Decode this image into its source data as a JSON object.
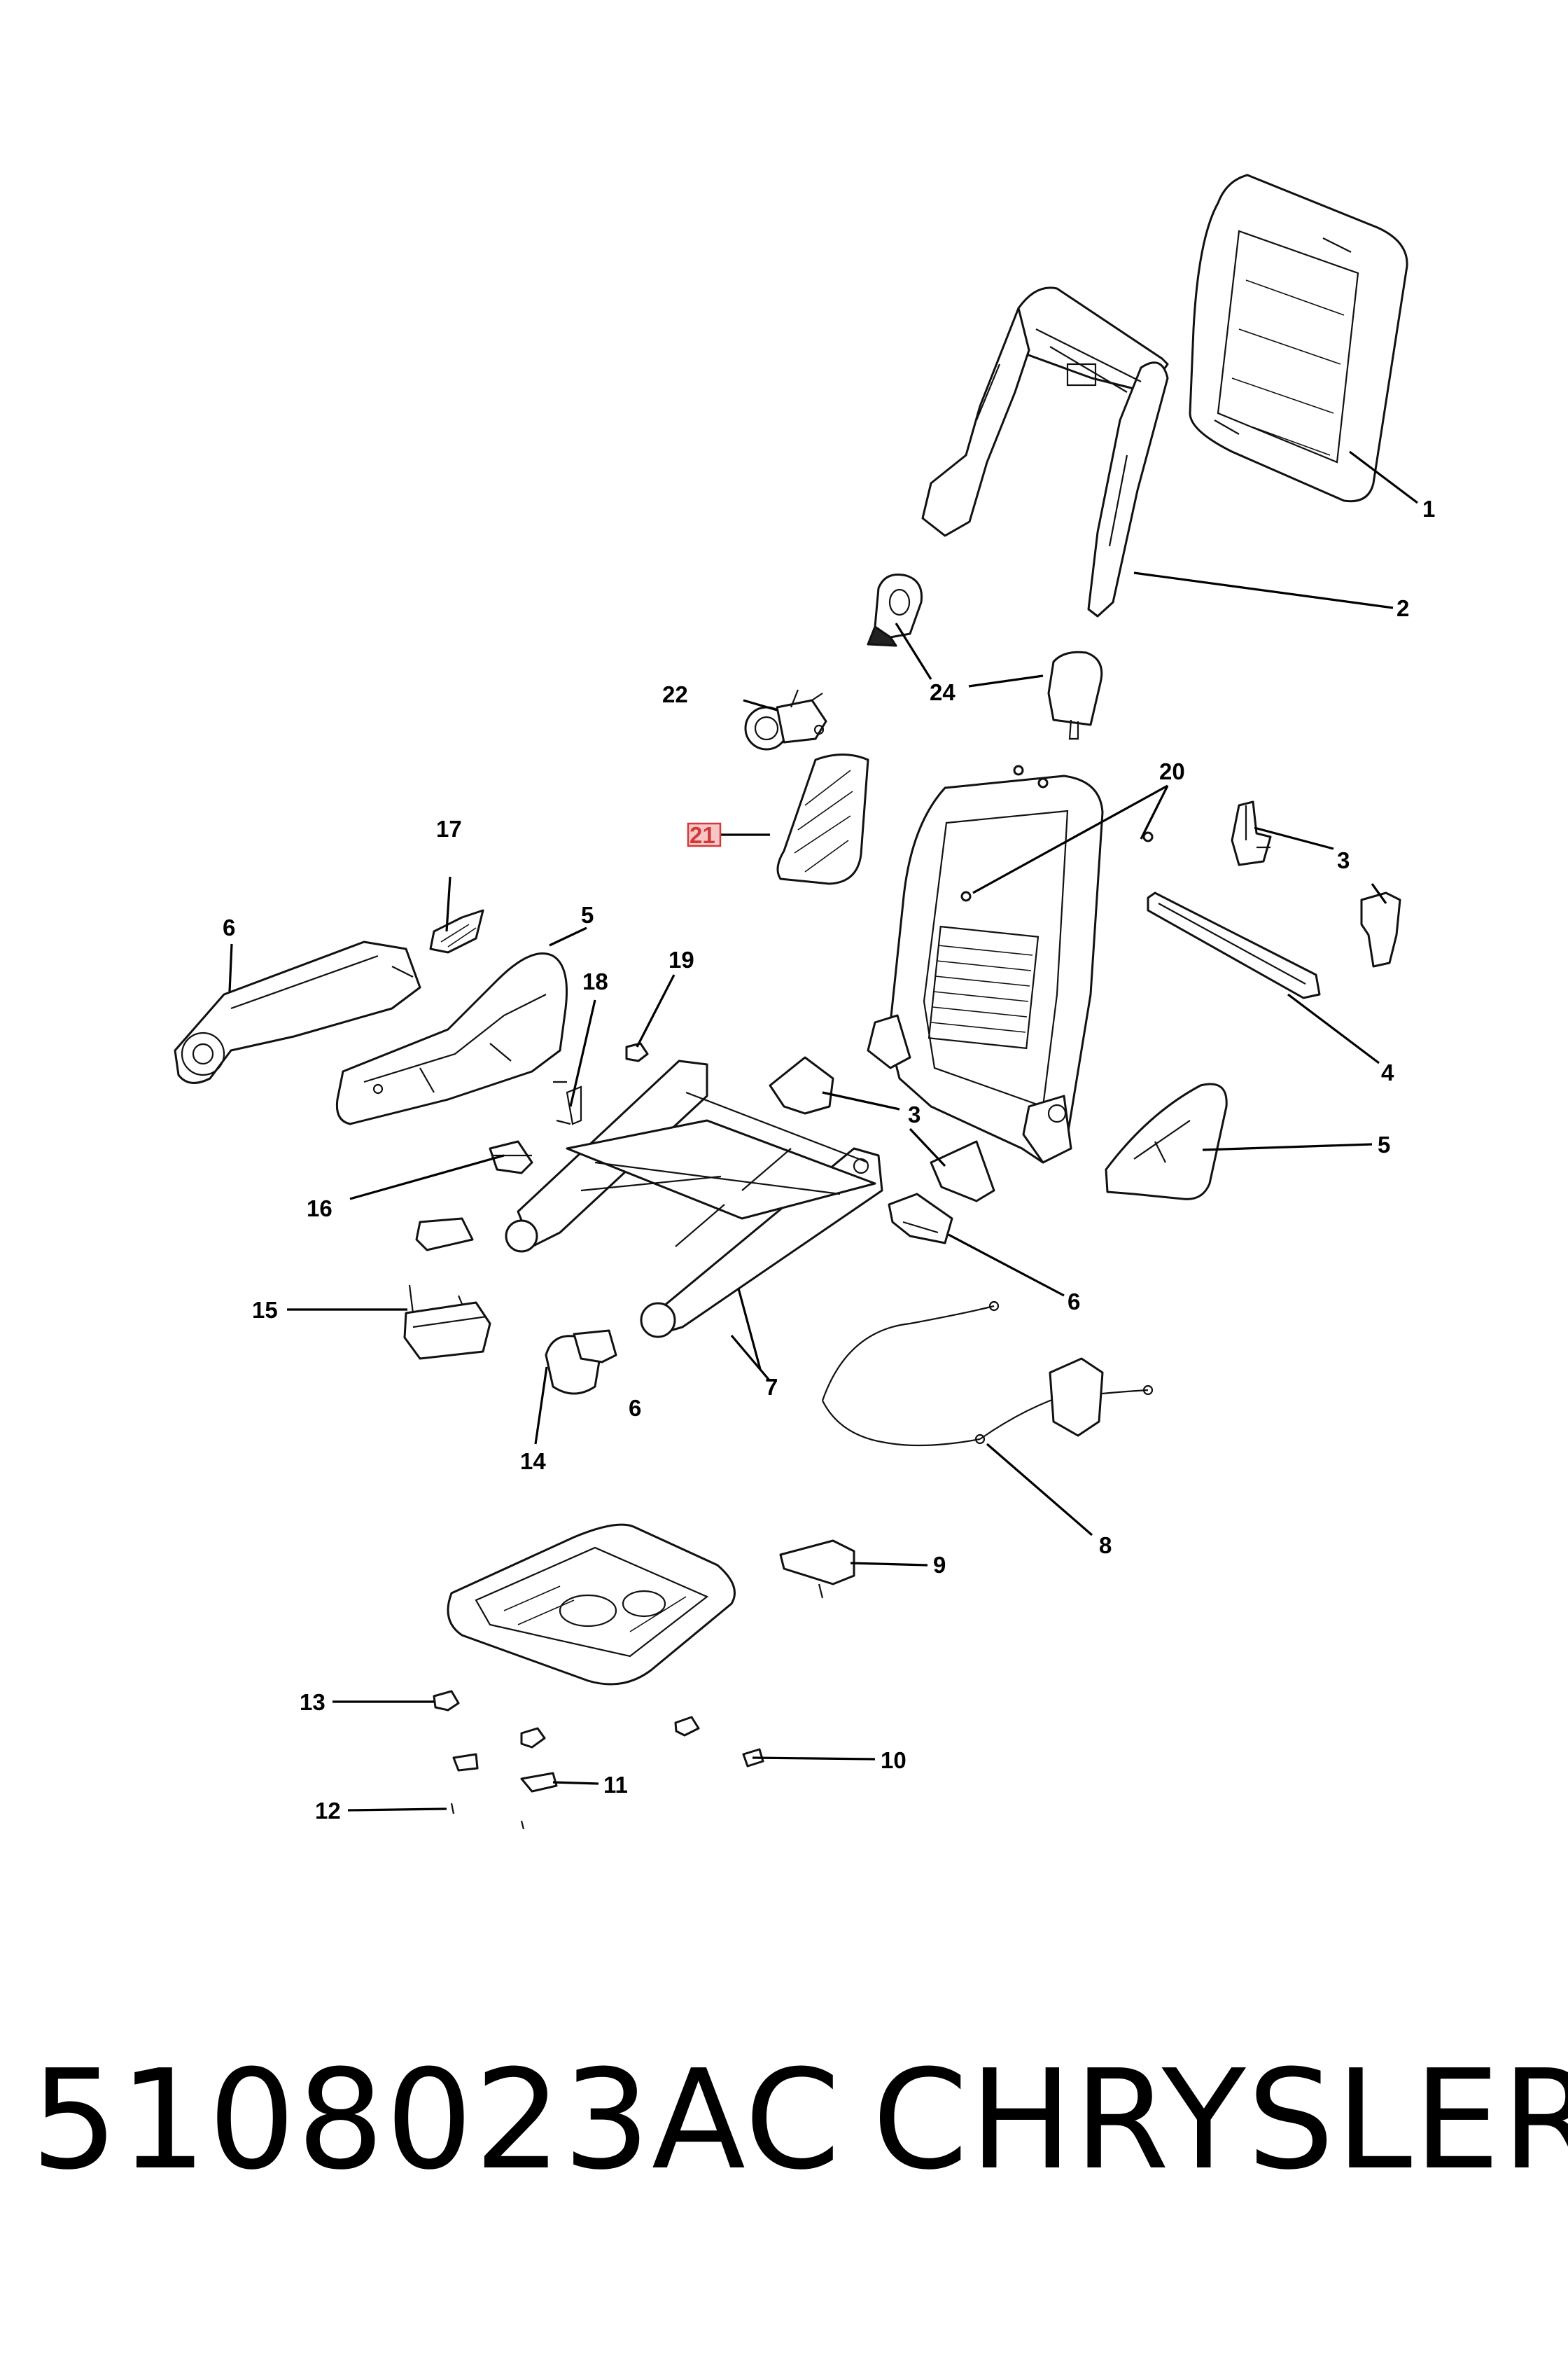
{
  "diagram": {
    "callouts": [
      {
        "id": "c1",
        "label": "1"
      },
      {
        "id": "c2",
        "label": "2"
      },
      {
        "id": "c3a",
        "label": "3"
      },
      {
        "id": "c3b",
        "label": "3"
      },
      {
        "id": "c4",
        "label": "4"
      },
      {
        "id": "c5a",
        "label": "5"
      },
      {
        "id": "c5b",
        "label": "5"
      },
      {
        "id": "c6a",
        "label": "6"
      },
      {
        "id": "c6b",
        "label": "6"
      },
      {
        "id": "c6c",
        "label": "6"
      },
      {
        "id": "c7",
        "label": "7"
      },
      {
        "id": "c8",
        "label": "8"
      },
      {
        "id": "c9",
        "label": "9"
      },
      {
        "id": "c10",
        "label": "10"
      },
      {
        "id": "c11",
        "label": "11"
      },
      {
        "id": "c12",
        "label": "12"
      },
      {
        "id": "c13",
        "label": "13"
      },
      {
        "id": "c14",
        "label": "14"
      },
      {
        "id": "c15",
        "label": "15"
      },
      {
        "id": "c16",
        "label": "16"
      },
      {
        "id": "c17",
        "label": "17"
      },
      {
        "id": "c18",
        "label": "18"
      },
      {
        "id": "c19",
        "label": "19"
      },
      {
        "id": "c20",
        "label": "20"
      },
      {
        "id": "c21",
        "label": "21",
        "highlighted": true
      },
      {
        "id": "c22",
        "label": "22"
      },
      {
        "id": "c24",
        "label": "24"
      }
    ],
    "highlight_color": "#d23a3a"
  },
  "footer": {
    "part_number": "5108023AC",
    "brand": "CHRYSLER"
  }
}
